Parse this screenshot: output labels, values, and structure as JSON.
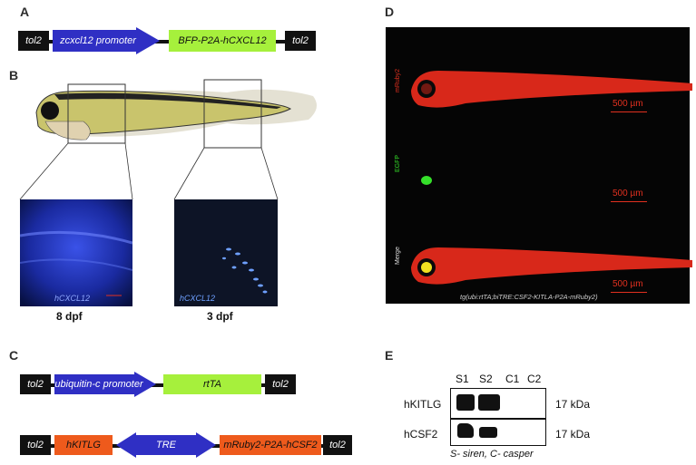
{
  "panel_labels": {
    "a": "A",
    "b": "B",
    "c": "C",
    "d": "D",
    "e": "E"
  },
  "construct_a": {
    "tol2_left": "tol2",
    "promoter": "zcxcl12 promoter",
    "reporter": "BFP-P2A-hCXCL12",
    "tol2_right": "tol2"
  },
  "panel_b": {
    "left_image_label": "hCXCL12",
    "left_stage": "8 dpf",
    "right_image_label": "hCXCL12",
    "right_stage": "3 dpf"
  },
  "construct_c1": {
    "tol2_left": "tol2",
    "promoter": "ubiquitin-c promoter",
    "gene": "rtTA",
    "tol2_right": "tol2"
  },
  "construct_c2": {
    "tol2_left": "tol2",
    "gene_left": "hKITLG",
    "center": "TRE",
    "gene_right": "mRuby2-P2A-hCSF2",
    "tol2_right": "tol2"
  },
  "panel_d": {
    "channel_1": "mRuby2",
    "channel_2": "EGFP",
    "channel_3": "Merge",
    "scale_1": "500 µm",
    "scale_2": "500 µm",
    "scale_3": "500 µm",
    "caption": "tg(ubi:rtTA;biTRE:CSF2-KITLA-P2A-mRuby2)"
  },
  "panel_e": {
    "lanes": [
      "S1",
      "S2",
      "C1",
      "C2"
    ],
    "row_1_label": "hKITLG",
    "row_2_label": "hCSF2",
    "row_1_size": "17 kDa",
    "row_2_size": "17 kDa",
    "legend": "S- siren, C- casper"
  },
  "colors": {
    "promoter_blue": "#2f2fc4",
    "reporter_green": "#a6f03c",
    "kitlg_orange": "#ee5a1c",
    "fish_red": "#e2301f",
    "egfp_green": "#35e02a"
  }
}
